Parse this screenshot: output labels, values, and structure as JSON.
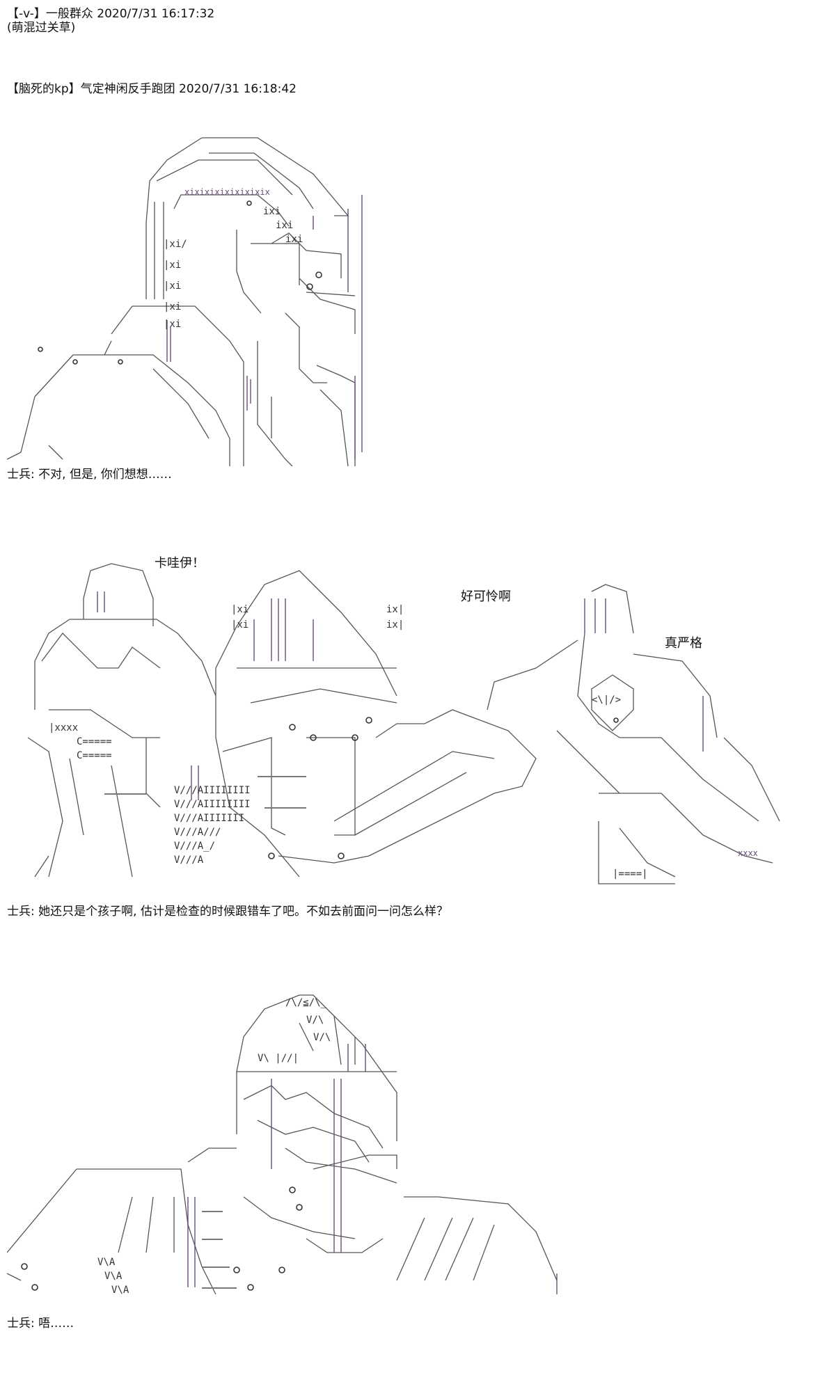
{
  "posts": [
    {
      "text": "【-v-】一般群众 2020/7/31 16:17:32"
    },
    {
      "text": "(萌混过关草)"
    },
    {
      "text": "【脑死的kp】气定神闲反手跑团 2020/7/31 16:18:42"
    }
  ],
  "panel1": {
    "art_caption": "soldier in helmet close-up",
    "dialogue": "士兵: 不对, 但是, 你们想想……",
    "helmet_pattern": "xixixixixixixixix"
  },
  "panel2": {
    "bubble_left": "卡哇伊！",
    "bubble_mid": "好可怜啊",
    "bubble_right": "真严格",
    "dialogue": "士兵: 她还只是个孩子啊, 估计是检查的时候跟错车了吧。不如去前面问一问怎么样？",
    "hand_pattern": "xxxx"
  },
  "panel3": {
    "dialogue": "士兵: 唔……"
  },
  "colors": {
    "ink": "#555555",
    "accent": "#6a4c7a"
  }
}
